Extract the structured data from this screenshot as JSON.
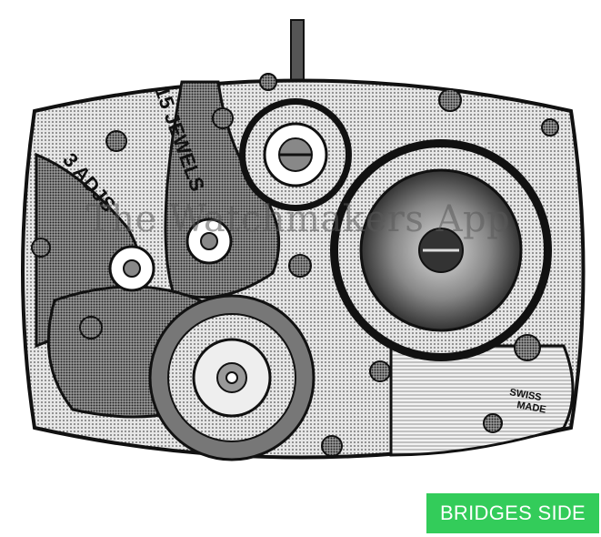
{
  "watermark": "The Watchmakers App",
  "badge": "BRIDGES SIDE",
  "engravings": {
    "jewels": "15 JEWELS",
    "adjusts": "3 ADJS",
    "swiss_made_1": "SWISS",
    "swiss_made_2": "MADE"
  },
  "colors": {
    "badge_bg": "#33cc5a",
    "outline": "#111111",
    "plate": "#cfcfcf"
  }
}
